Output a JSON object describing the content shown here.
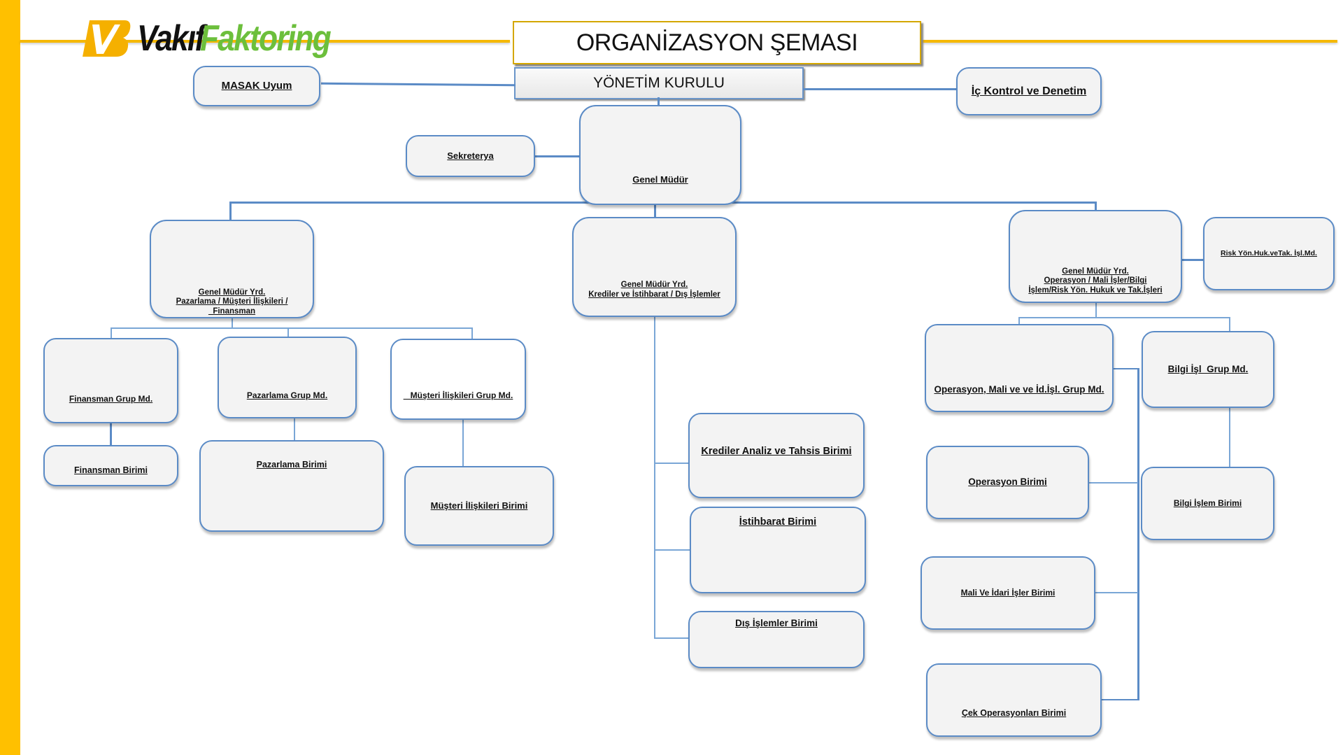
{
  "header": {
    "logo": {
      "brand_part1": "Vakıf",
      "brand_part2": "Faktoring",
      "colors": {
        "mark": "#f5b000",
        "part1": "#111111",
        "part2": "#6cbf3c"
      }
    },
    "title": "ORGANİZASYON ŞEMASI",
    "accent_color": "#ffc000"
  },
  "board": {
    "label": "YÖNETİM KURULU"
  },
  "board_units": {
    "left": "MASAK Uyum",
    "right": "İç Kontrol ve Denetim"
  },
  "general_manager": {
    "label": "Genel Müdür",
    "secretariat": "Sekreterya"
  },
  "deputies": [
    {
      "title": "Genel Müdür Yrd.",
      "line2": "Pazarlama / Müşteri İlişkileri /",
      "line3": "_Finansman",
      "groups": [
        {
          "label": "Finansman Grup Md.",
          "unit": "Finansman Birimi"
        },
        {
          "label": "Pazarlama Grup Md.",
          "unit": "Pazarlama Birimi"
        },
        {
          "label": "   Müşteri İlişkileri Grup Md.",
          "unit": "Müşteri İlişkileri Birimi"
        }
      ]
    },
    {
      "title": "Genel Müdür Yrd.",
      "line2": "Krediler ve İstihbarat / Dış İşlemler",
      "units": [
        "Krediler Analiz ve Tahsis Birimi",
        "İstihbarat Birimi",
        "Dış İşlemler Birimi"
      ]
    },
    {
      "title": "Genel Müdür Yrd.",
      "line2": "Operasyon / Mali İşler/Bilgi",
      "line3": "İşlem/Risk Yön. Hukuk ve Tak.İşleri",
      "side_unit": "Risk Yön.Huk.veTak. İşl.Md.",
      "groups": [
        {
          "label": "Operasyon, Mali ve ve İd.İşl. Grup Md.",
          "units": [
            "Operasyon Birimi",
            "Mali Ve İdari İşler Birimi",
            "Çek Operasyonları Birimi"
          ]
        },
        {
          "label": "Bilgi İşl  Grup Md.",
          "unit": "Bilgi İşlem Birimi"
        }
      ]
    }
  ]
}
